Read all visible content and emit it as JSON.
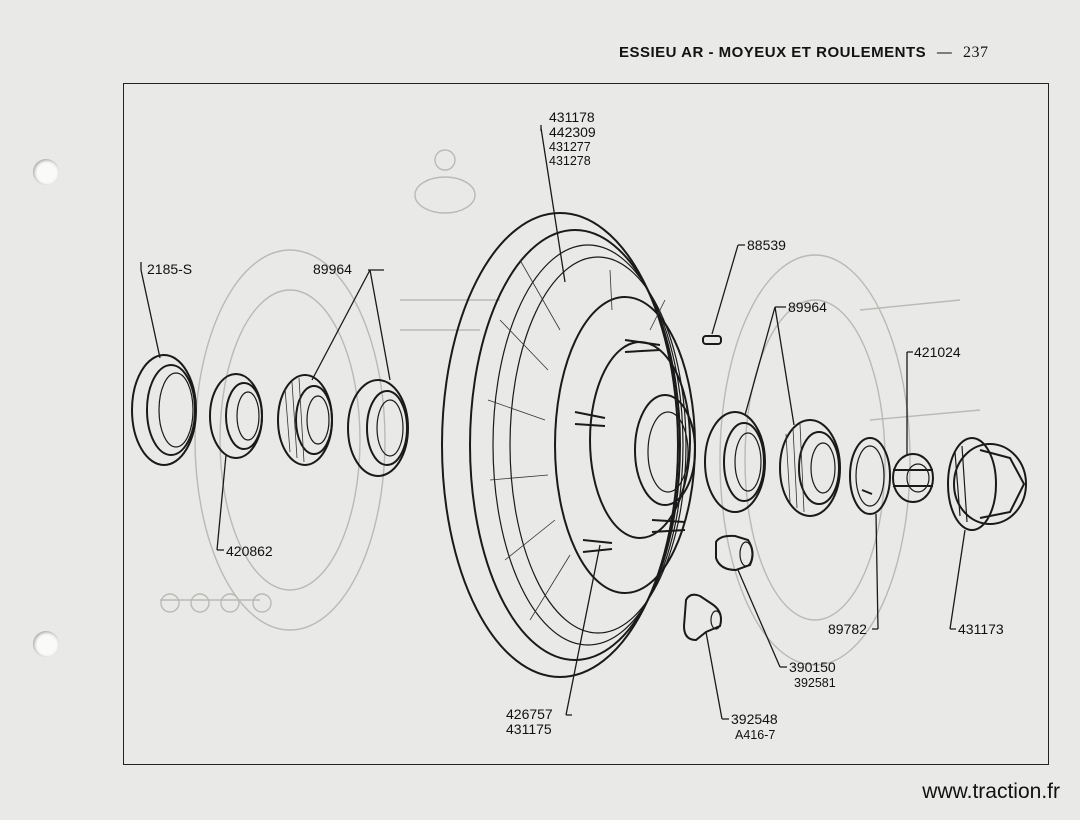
{
  "header": {
    "title": "ESSIEU AR - MOYEUX ET ROULEMENTS",
    "separator": "—",
    "page_number": "237"
  },
  "watermark": "www.traction.fr",
  "callouts": {
    "c_2185": "2185-S",
    "c_89964_left": "89964",
    "c_420862": "420862",
    "c_431178": "431178",
    "c_442309": "442309",
    "c_431277": "431277",
    "c_431278": "431278",
    "c_88539": "88539",
    "c_89964_right": "89964",
    "c_421024": "421024",
    "c_89782": "89782",
    "c_431173": "431173",
    "c_390150": "390150",
    "c_392581": "392581",
    "c_426757": "426757",
    "c_431175": "431175",
    "c_392548": "392548",
    "c_a416": "A416-7"
  }
}
